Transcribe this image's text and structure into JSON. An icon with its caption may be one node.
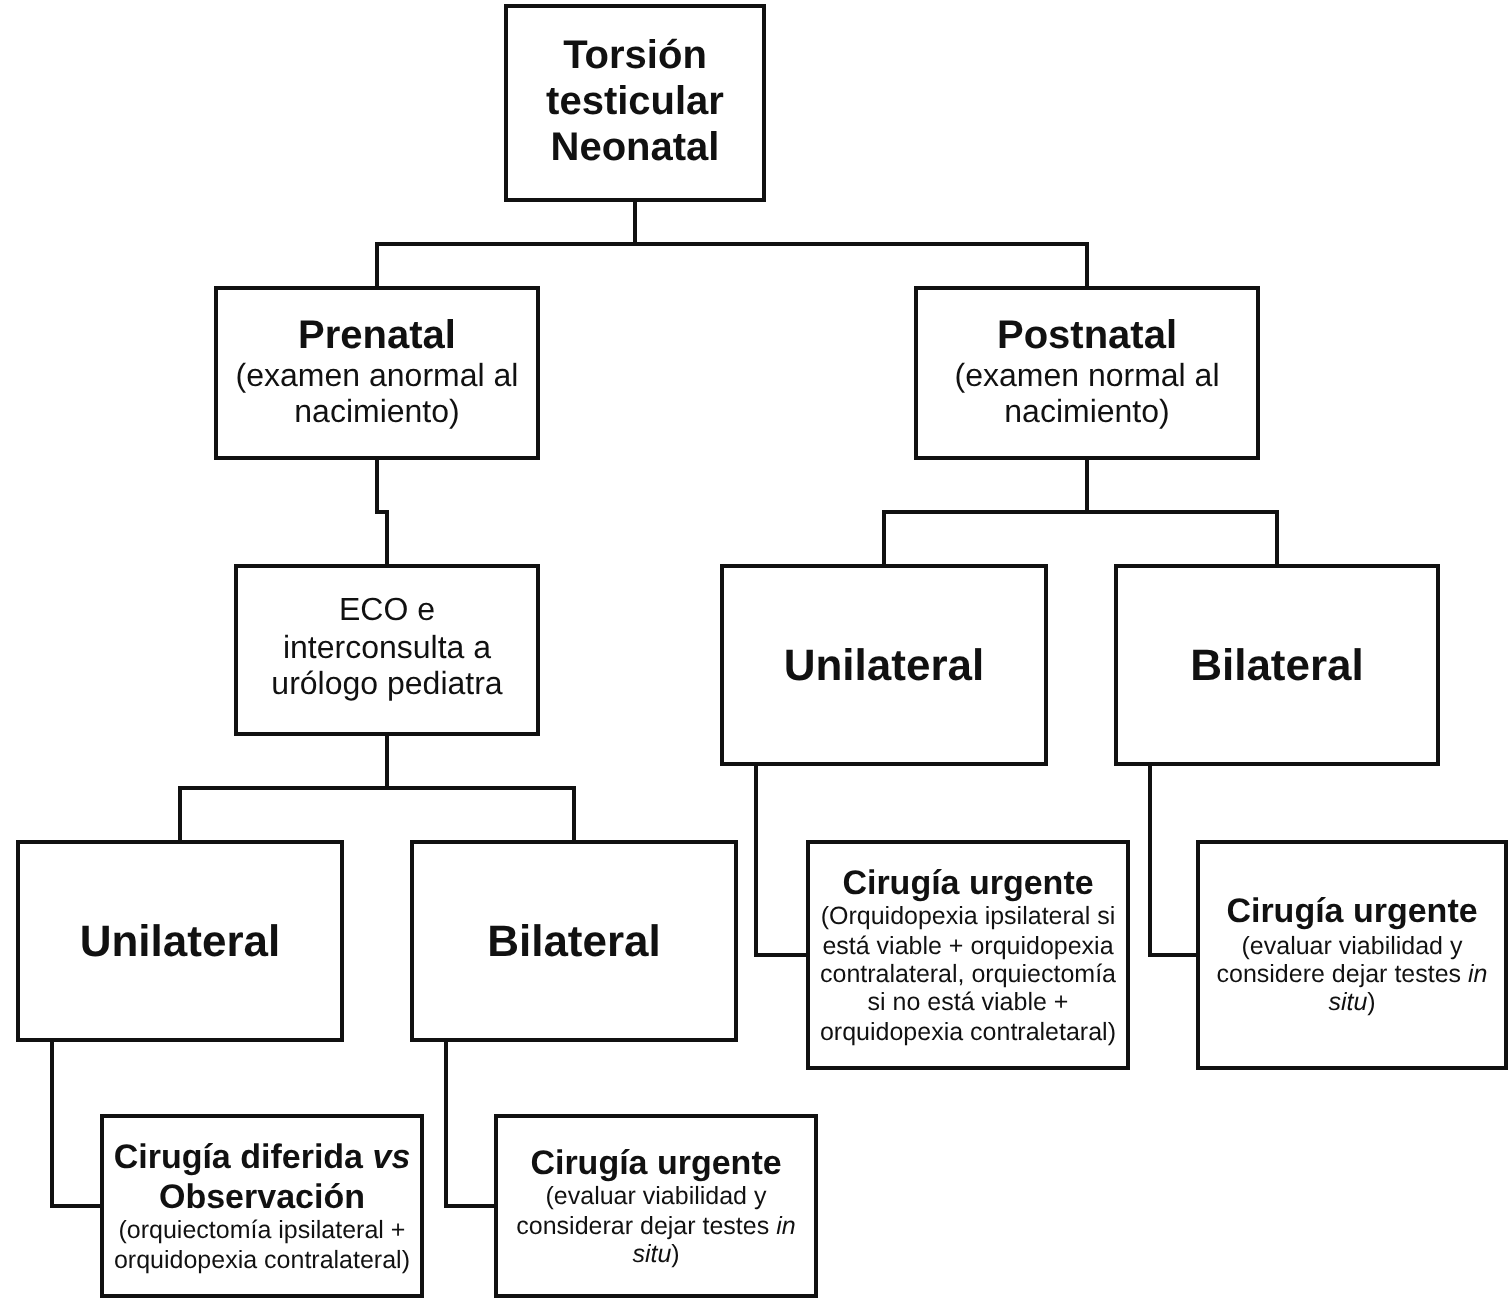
{
  "diagram": {
    "nodes": [
      {
        "text": [
          "Torsión testicular Neonatal"
        ]
      },
      {
        "text": [
          "Prenatal",
          "(examen anormal al nacimiento)"
        ]
      },
      {
        "text": [
          "Postnatal",
          "(examen normal al nacimiento)"
        ]
      },
      {
        "text": [
          "ECO e interconsulta a urólogo pediatra"
        ]
      },
      {
        "text": [
          "Unilateral"
        ]
      },
      {
        "text": [
          "Bilateral"
        ]
      },
      {
        "text": [
          "Cirugía urgente",
          "(Orquidopexia ipsilateral si está viable + orquidopexia contralateral, orquiectomía si no está viable + orquidopexia contraletaral)"
        ]
      },
      {
        "text": [
          "Cirugía urgente",
          "(evaluar viabilidad y considere dejar testes *in situ*)"
        ]
      },
      {
        "text": [
          "Unilateral"
        ]
      },
      {
        "text": [
          "Bilateral"
        ]
      },
      {
        "text": [
          "Cirugía diferida *vs* Observación",
          "(orquiectomía ipsilateral + orquidopexia contralateral)"
        ]
      },
      {
        "text": [
          "Cirugía urgente",
          "(evaluar viabilidad y considerar dejar testes *in situ*)"
        ]
      }
    ],
    "edges": [
      {
        "from": 0,
        "to": 1,
        "arrow": "none"
      },
      {
        "from": 0,
        "to": 2,
        "arrow": "none"
      },
      {
        "from": 1,
        "to": 3,
        "arrow": "none"
      },
      {
        "from": 2,
        "to": 4,
        "arrow": "none"
      },
      {
        "from": 2,
        "to": 5,
        "arrow": "none"
      },
      {
        "from": 4,
        "to": 6,
        "arrow": "none"
      },
      {
        "from": 5,
        "to": 7,
        "arrow": "none"
      },
      {
        "from": 3,
        "to": 8,
        "arrow": "none"
      },
      {
        "from": 3,
        "to": 9,
        "arrow": "none"
      },
      {
        "from": 8,
        "to": 10,
        "arrow": "none"
      },
      {
        "from": 9,
        "to": 11,
        "arrow": "none"
      }
    ]
  }
}
